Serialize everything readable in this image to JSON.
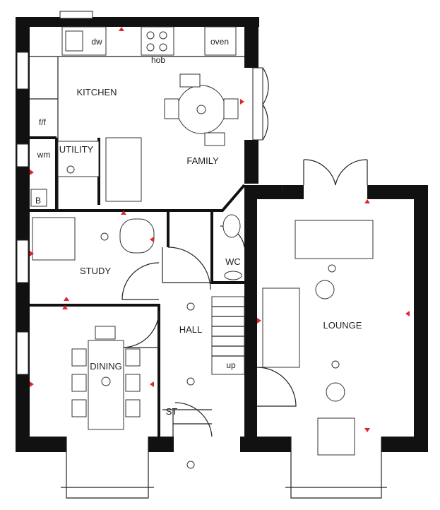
{
  "rooms": {
    "kitchen": "KITCHEN",
    "family": "FAMILY",
    "utility": "UTILITY",
    "study": "STUDY",
    "wc": "WC",
    "hall": "HALL",
    "lounge": "LOUNGE",
    "dining": "DINING",
    "store": "ST"
  },
  "fixtures": {
    "dishwasher": "dw",
    "oven": "oven",
    "hob": "hob",
    "fridge_freezer": "f/f",
    "washing_machine": "wm",
    "boiler": "B",
    "stairs_up": "up"
  },
  "colors": {
    "walls": "#111111",
    "markers": "#e0262b"
  }
}
